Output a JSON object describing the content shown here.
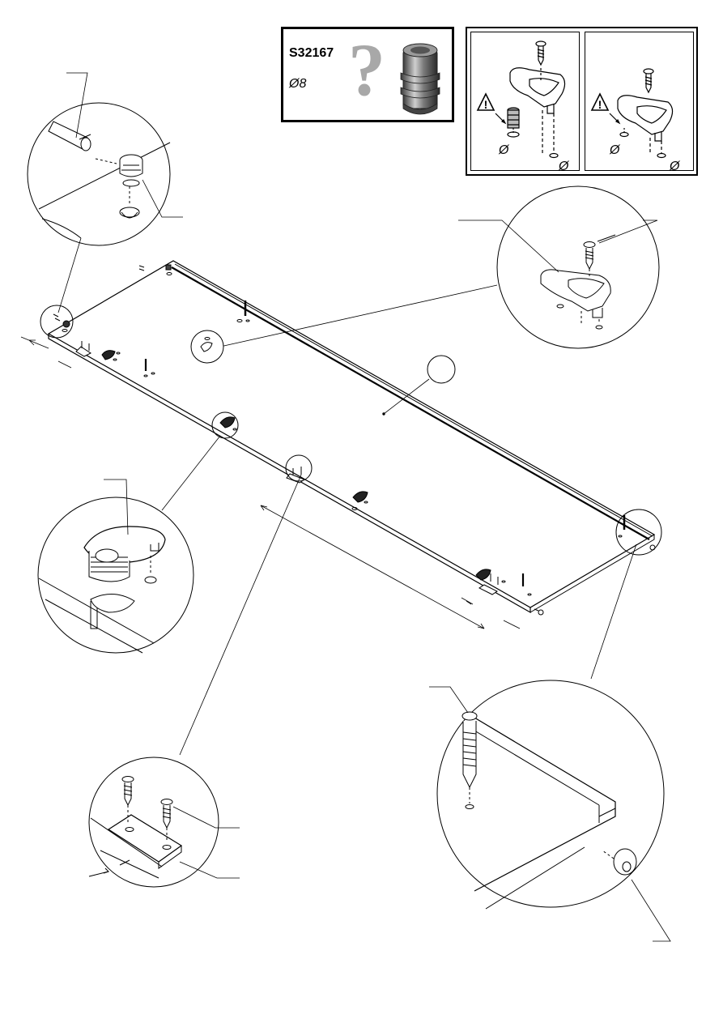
{
  "part_label": {
    "code": "S32167",
    "diameter": "Ø8"
  },
  "warning_panel": {
    "left_symbol": "Ø",
    "right_symbol": "Ø"
  },
  "icons": {
    "question": "?",
    "warning": "!"
  }
}
